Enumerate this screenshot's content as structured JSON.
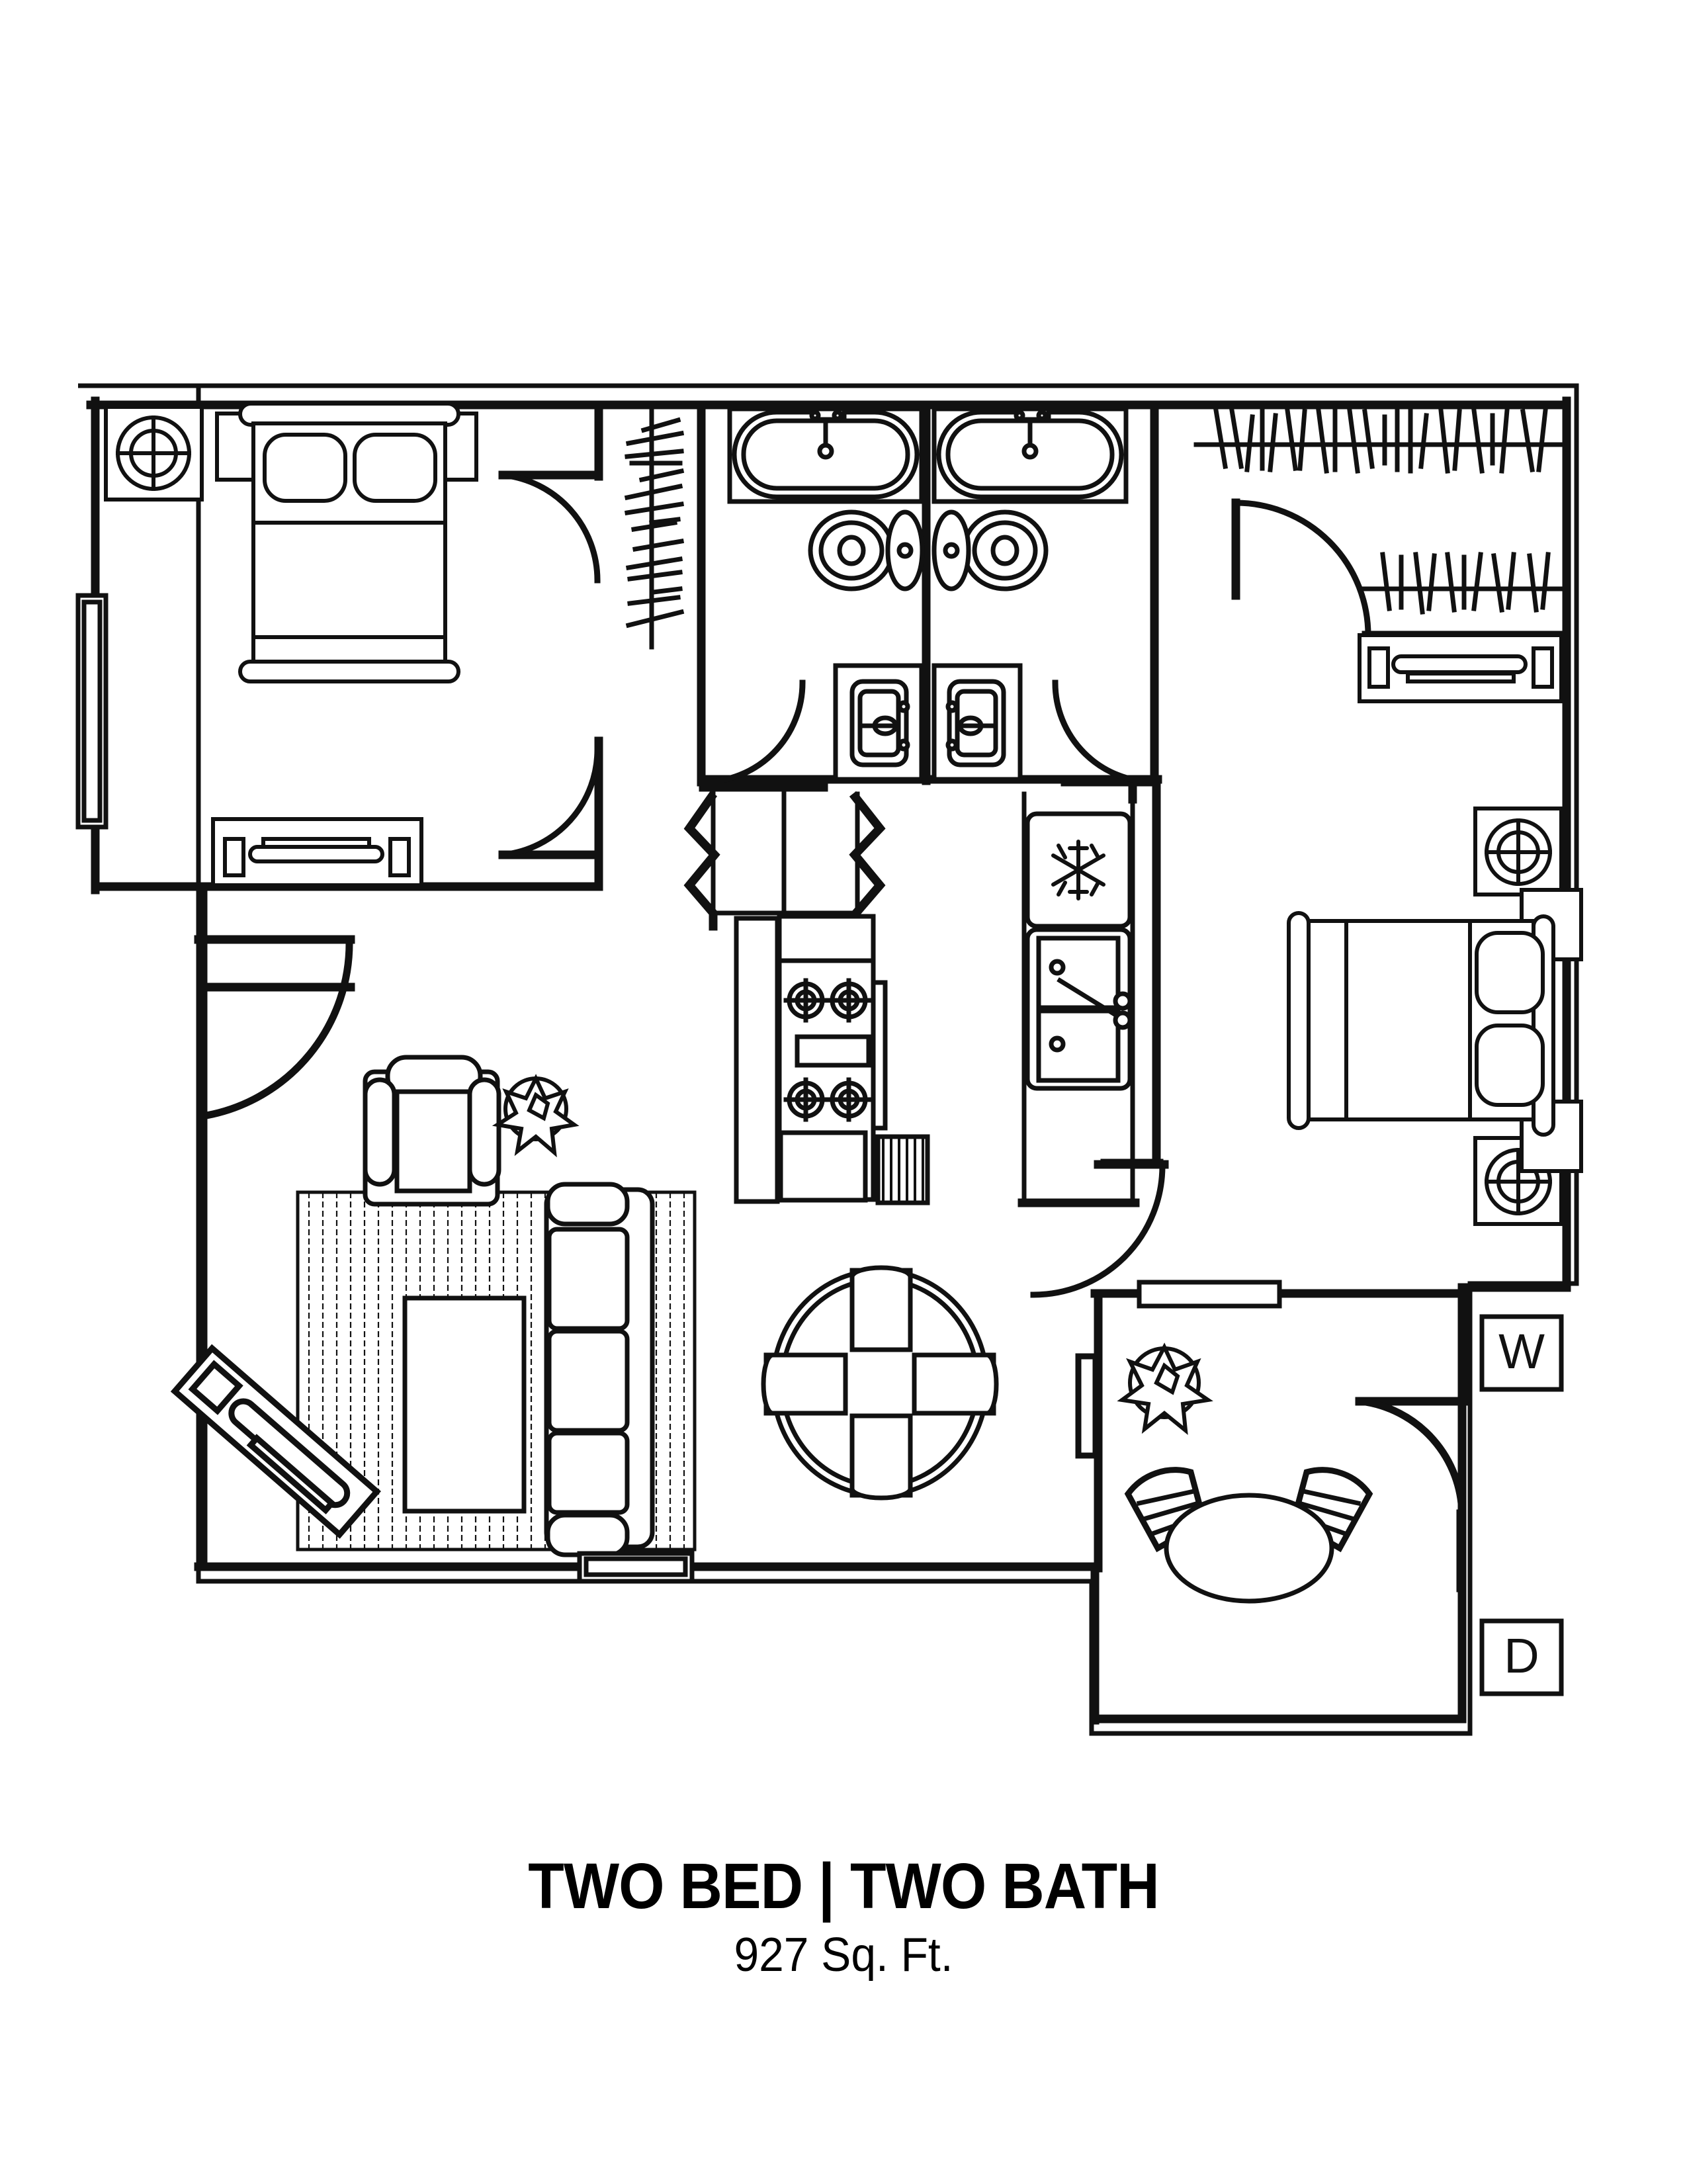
{
  "caption": {
    "title": "TWO BED | TWO BATH",
    "area": "927 Sq. Ft."
  },
  "appliance_labels": {
    "washer": "W",
    "dryer": "D"
  },
  "colors": {
    "line": "#111111",
    "background": "#ffffff"
  },
  "floorplan": {
    "unit_type": "Two Bedroom Two Bathroom Apartment",
    "rooms": [
      {
        "name": "bedroom-one",
        "features": [
          "queen-bed",
          "two-nightstands",
          "lamp",
          "dresser",
          "window",
          "closet",
          "entry-door"
        ]
      },
      {
        "name": "bathroom-one",
        "features": [
          "bathtub",
          "toilet",
          "vanity-sink",
          "door"
        ]
      },
      {
        "name": "bathroom-two",
        "features": [
          "bathtub",
          "toilet",
          "vanity-sink",
          "door"
        ]
      },
      {
        "name": "bedroom-two",
        "features": [
          "queen-bed",
          "two-nightstands",
          "two-lamps",
          "closet",
          "dresser",
          "door"
        ]
      },
      {
        "name": "kitchen",
        "features": [
          "range-oven",
          "dishwasher",
          "refrigerator",
          "double-sink",
          "pantry",
          "counter"
        ]
      },
      {
        "name": "living-room",
        "features": [
          "sofa",
          "armchair",
          "coffee-table",
          "area-rug",
          "plant",
          "media-console",
          "window"
        ]
      },
      {
        "name": "dining-room",
        "features": [
          "round-table",
          "four-chairs"
        ]
      },
      {
        "name": "patio",
        "features": [
          "two-patio-chairs",
          "oval-table",
          "plant",
          "sliding-door"
        ]
      },
      {
        "name": "laundry-closet",
        "features": [
          "washer",
          "dryer",
          "bifold-door"
        ]
      }
    ],
    "icons": {
      "snowflake": "refrigerator-icon",
      "hangers": "closet-rod-icon",
      "lamp": "ceiling-lamp-icon"
    }
  }
}
